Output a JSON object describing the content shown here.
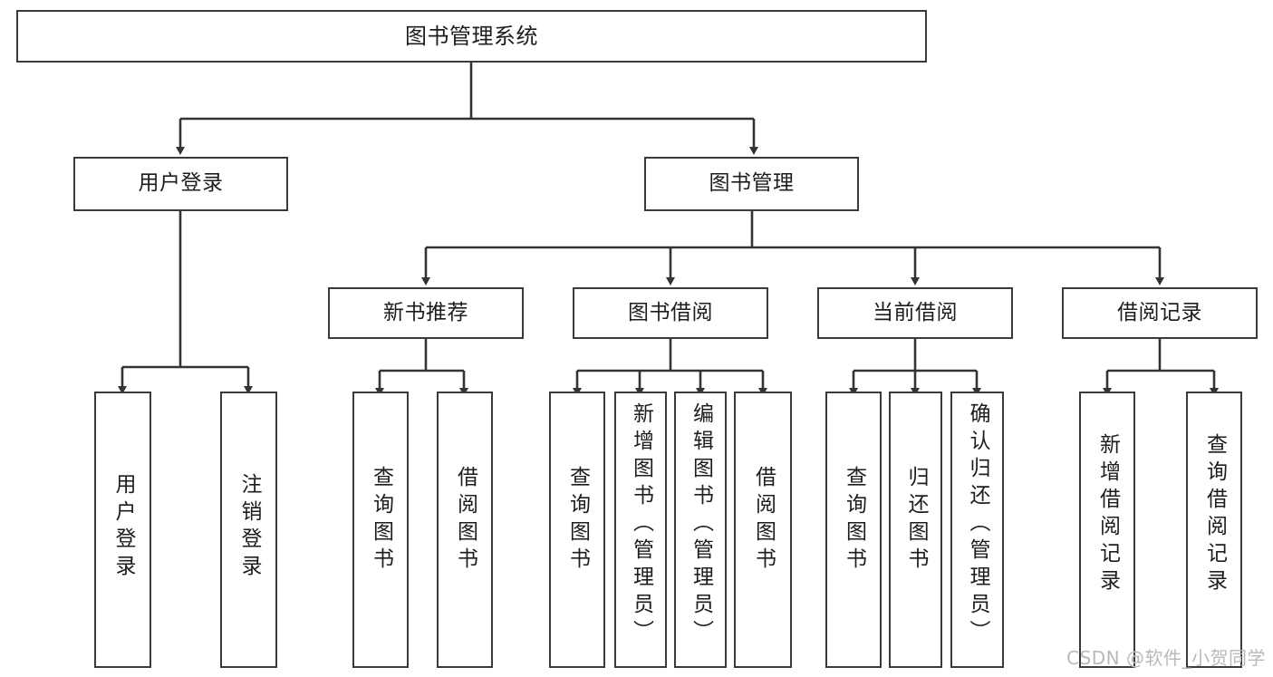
{
  "diagram": {
    "title": "图书管理系统",
    "type": "hierarchy-tree",
    "style": {
      "box_border_color": "#3a3a3a",
      "box_fill_color": "#ffffff",
      "line_color": "#333333",
      "text_color": "#1d1d1d",
      "background": "#ffffff"
    },
    "levels": [
      {
        "level": 1,
        "nodes": [
          {
            "id": "root",
            "label": "图书管理系统",
            "orientation": "horizontal"
          }
        ]
      },
      {
        "level": 2,
        "nodes": [
          {
            "id": "login",
            "label": "用户登录",
            "orientation": "horizontal",
            "parent": "root"
          },
          {
            "id": "bookmgmt",
            "label": "图书管理",
            "orientation": "horizontal",
            "parent": "root"
          }
        ]
      },
      {
        "level": 3,
        "nodes": [
          {
            "id": "newbook",
            "label": "新书推荐",
            "orientation": "horizontal",
            "parent": "bookmgmt"
          },
          {
            "id": "borrow",
            "label": "图书借阅",
            "orientation": "horizontal",
            "parent": "bookmgmt"
          },
          {
            "id": "current",
            "label": "当前借阅",
            "orientation": "horizontal",
            "parent": "bookmgmt"
          },
          {
            "id": "records",
            "label": "借阅记录",
            "orientation": "horizontal",
            "parent": "bookmgmt"
          }
        ]
      },
      {
        "level": 4,
        "nodes": [
          {
            "id": "leaf-1",
            "label": "用户登录",
            "orientation": "vertical",
            "parent": "login"
          },
          {
            "id": "leaf-2",
            "label": "注销登录",
            "orientation": "vertical",
            "parent": "login"
          },
          {
            "id": "leaf-3",
            "label": "查询图书",
            "orientation": "vertical",
            "parent": "newbook"
          },
          {
            "id": "leaf-4",
            "label": "借阅图书",
            "orientation": "vertical",
            "parent": "newbook"
          },
          {
            "id": "leaf-5",
            "label": "查询图书",
            "orientation": "vertical",
            "parent": "borrow"
          },
          {
            "id": "leaf-6",
            "label": "新增图书（管理员）",
            "orientation": "vertical",
            "parent": "borrow"
          },
          {
            "id": "leaf-7",
            "label": "编辑图书（管理员）",
            "orientation": "vertical",
            "parent": "borrow"
          },
          {
            "id": "leaf-8",
            "label": "借阅图书",
            "orientation": "vertical",
            "parent": "borrow"
          },
          {
            "id": "leaf-9",
            "label": "查询图书",
            "orientation": "vertical",
            "parent": "current"
          },
          {
            "id": "leaf-10",
            "label": "归还图书",
            "orientation": "vertical",
            "parent": "current"
          },
          {
            "id": "leaf-11",
            "label": "确认归还（管理员）",
            "orientation": "vertical",
            "parent": "current"
          },
          {
            "id": "leaf-12",
            "label": "新增借阅记录",
            "orientation": "vertical",
            "parent": "records"
          },
          {
            "id": "leaf-13",
            "label": "查询借阅记录",
            "orientation": "vertical",
            "parent": "records"
          }
        ]
      }
    ]
  },
  "watermark": {
    "text": "CSDN @软件_小贺同学"
  }
}
